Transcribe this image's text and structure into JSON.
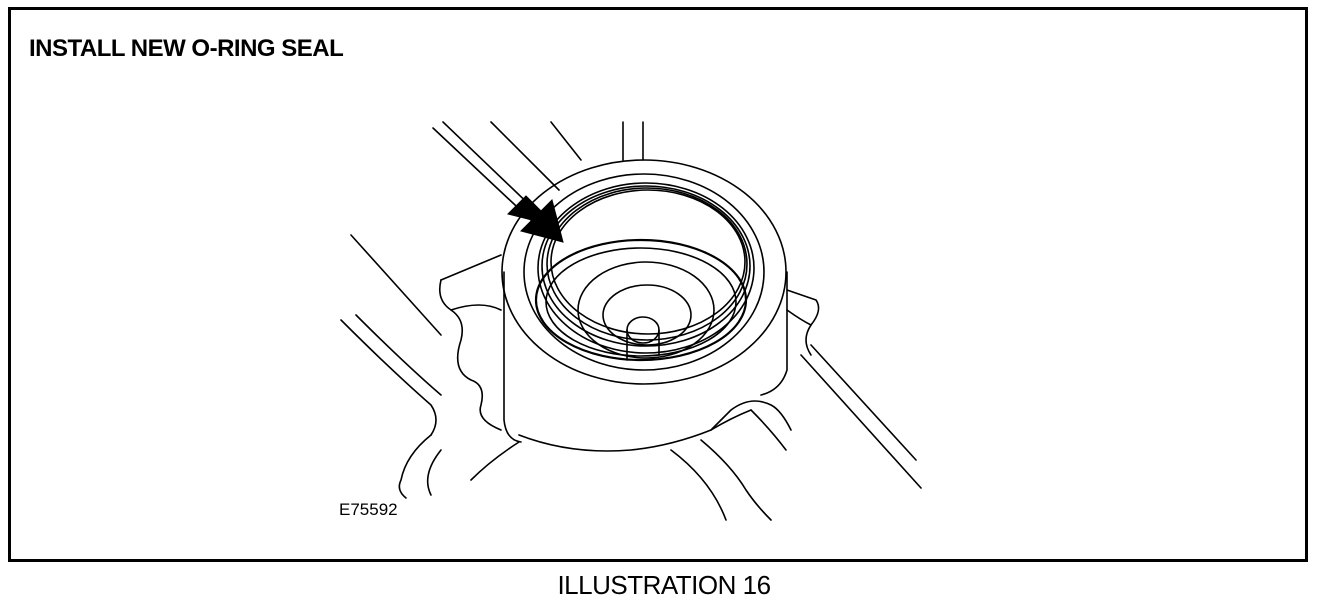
{
  "diagram": {
    "title": "INSTALL NEW O-RING SEAL",
    "reference_code": "E75592",
    "arrow_icon": "arrow-down-right-icon"
  },
  "caption": "ILLUSTRATION 16"
}
